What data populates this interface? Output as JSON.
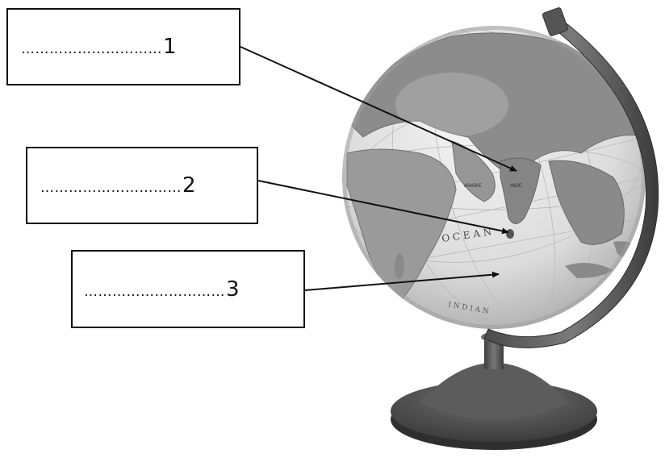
{
  "labels": [
    {
      "dots": "…………………………",
      "number": "1"
    },
    {
      "dots": "…………………………",
      "number": "2"
    },
    {
      "dots": "…………………………",
      "number": "3"
    }
  ],
  "globe_text": {
    "ocean": "O C E A N",
    "indian": "I N D I A N",
    "arabie": "ARABIE",
    "inde": "INDE"
  },
  "colors": {
    "stand": "#5a5a5a",
    "stand_dark": "#3f3f3f",
    "ocean": "#e6e6e6",
    "land": "#8f8f8f",
    "arrow": "#111111"
  }
}
